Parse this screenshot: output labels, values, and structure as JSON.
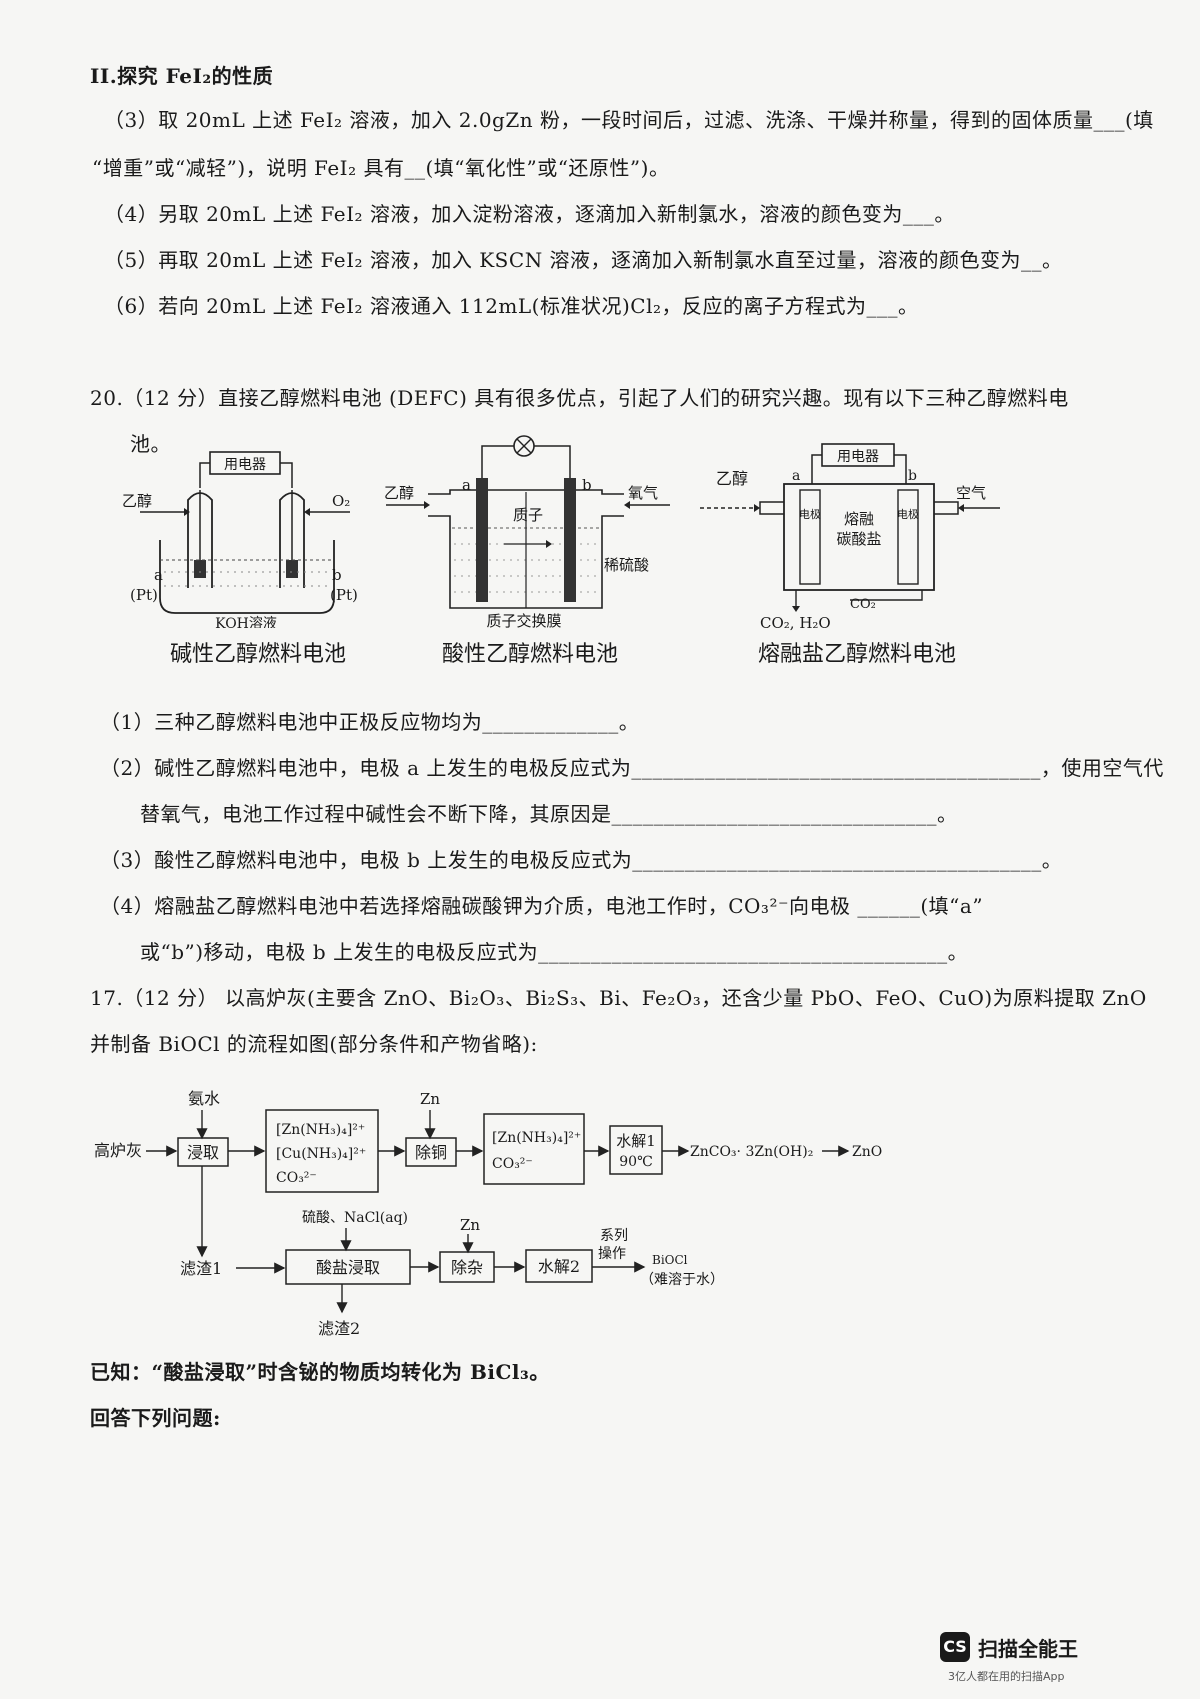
{
  "part2": {
    "heading": "II.探究 FeI₂的性质",
    "q3_line1": "（3）取 20mL 上述 FeI₂ 溶液，加入 2.0gZn 粉，一段时间后，过滤、洗涤、干燥并称量，得到的固体质量___(填",
    "q3_line2": "“增重”或“减轻”)，说明 FeI₂ 具有__(填“氧化性”或“还原性”)。",
    "q4": "（4）另取 20mL 上述 FeI₂ 溶液，加入淀粉溶液，逐滴加入新制氯水，溶液的颜色变为___。",
    "q5": "（5）再取 20mL 上述 FeI₂ 溶液，加入 KSCN 溶液，逐滴加入新制氯水直至过量，溶液的颜色变为__。",
    "q6": "（6）若向 20mL 上述 FeI₂ 溶液通入 112mL(标准状况)Cl₂，反应的离子方程式为___。"
  },
  "q20": {
    "intro_line1": "20.（12 分）直接乙醇燃料电池 (DEFC) 具有很多优点，引起了人们的研究兴趣。现有以下三种乙醇燃料电",
    "intro_line2": "池。",
    "cell1": {
      "device": "用电器",
      "fuel": "乙醇",
      "oxidant": "O₂",
      "elec_a": "a",
      "elec_a_mat": "(Pt)",
      "elec_b": "b",
      "elec_b_mat": "(Pt)",
      "electrolyte": "KOH溶液",
      "caption": "碱性乙醇燃料电池"
    },
    "cell2": {
      "fuel": "乙醇",
      "oxidant": "氧气",
      "elec_a": "a",
      "elec_b": "b",
      "ion": "质子",
      "electrolyte": "稀硫酸",
      "membrane": "质子交换膜",
      "caption": "酸性乙醇燃料电池"
    },
    "cell3": {
      "device": "用电器",
      "fuel": "乙醇",
      "oxidant": "空气",
      "elec_a": "a",
      "elec_b": "b",
      "electrode_label": "电极",
      "electrolyte_l1": "熔融",
      "electrolyte_l2": "碳酸盐",
      "co2": "CO₂",
      "products": "CO₂, H₂O",
      "caption": "熔融盐乙醇燃料电池"
    },
    "sq1": "（1）三种乙醇燃料电池中正极反应物均为_____________。",
    "sq2_line1": "（2）碱性乙醇燃料电池中，电极 a 上发生的电极反应式为_______________________________________，使用空气代",
    "sq2_line2": "替氧气，电池工作过程中碱性会不断下降，其原因是_______________________________。",
    "sq3": "（3）酸性乙醇燃料电池中，电极 b 上发生的电极反应式为_______________________________________。",
    "sq4_line1": "（4）熔融盐乙醇燃料电池中若选择熔融碳酸钾为介质，电池工作时，CO₃²⁻向电极  ______(填“a”",
    "sq4_line2": "或“b”)移动，电极 b 上发生的电极反应式为_______________________________________。"
  },
  "q17": {
    "intro_line1": "17.（12 分） 以高炉灰(主要含 ZnO、Bi₂O₃、Bi₂S₃、Bi、Fe₂O₃，还含少量 PbO、FeO、CuO)为原料提取 ZnO",
    "intro_line2": "并制备 BiOCl 的流程如图(部分条件和产物省略):",
    "flow": {
      "raw": "高炉灰",
      "ammonia": "氨水",
      "leach": "浸取",
      "box1_l1": "[Zn(NH₃)₄]²⁺",
      "box1_l2": "[Cu(NH₃)₄]²⁺",
      "box1_l3": "CO₃²⁻",
      "zn1": "Zn",
      "decopper": "除铜",
      "box2_l1": "[Zn(NH₃)₄]²⁺",
      "box2_l2": "CO₃²⁻",
      "hydro1_l1": "水解1",
      "hydro1_l2": "90℃",
      "product1": "ZnCO₃· 3Zn(OH)₂",
      "product1_end": "ZnO",
      "residue1": "滤渣1",
      "reagents": "硫酸、NaCl(aq)",
      "acid_leach": "酸盐浸取",
      "residue2": "滤渣2",
      "zn2": "Zn",
      "purify": "除杂",
      "hydro2": "水解2",
      "series_l1": "系列",
      "series_l2": "操作",
      "product2": "BiOCl",
      "product2_note": "（难溶于水）"
    },
    "known": "已知：“酸盐浸取”时含铋的物质均转化为 BiCl₃。",
    "answer": "回答下列问题:"
  },
  "watermark": {
    "icon": "CS",
    "name": "扫描全能王",
    "tagline": "3亿人都在用的扫描App"
  }
}
